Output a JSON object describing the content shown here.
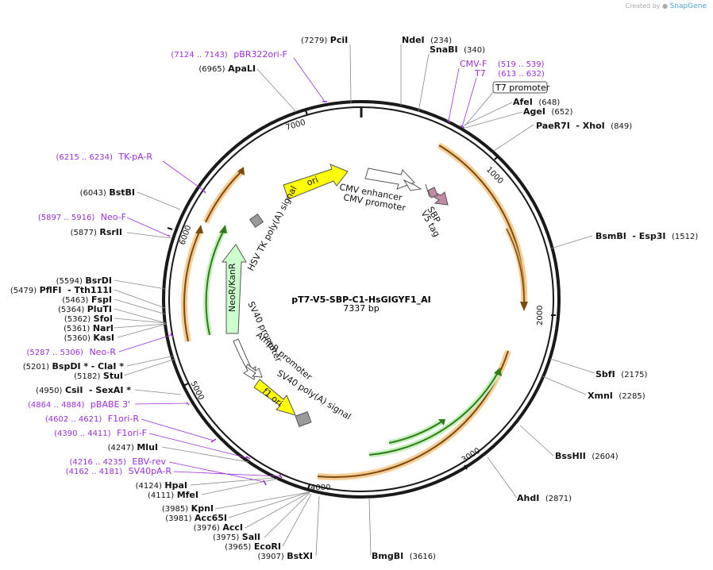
{
  "credit": {
    "prefix": "Created by",
    "brand": "SnapGene"
  },
  "plasmid": {
    "name": "pT7-V5-SBP-C1-HsGIGYF1_AI",
    "size_label": "7337 bp",
    "length": 7337
  },
  "ticks": [
    "1000",
    "2000",
    "3000",
    "4000",
    "5000",
    "6000",
    "7000"
  ],
  "enzymes": [
    {
      "name": "PciI",
      "pos": "(7279)"
    },
    {
      "name": "NdeI",
      "pos": "(234)"
    },
    {
      "name": "SnaBI",
      "pos": "(340)"
    },
    {
      "name": "AfeI",
      "pos": "(648)"
    },
    {
      "name": "AgeI",
      "pos": "(652)"
    },
    {
      "name": "PaeR7I",
      "name2": "XhoI",
      "pos": "(849)"
    },
    {
      "name": "BsmBI",
      "name2": "Esp3I",
      "pos": "(1512)"
    },
    {
      "name": "SbfI",
      "pos": "(2175)"
    },
    {
      "name": "XmnI",
      "pos": "(2285)"
    },
    {
      "name": "BssHII",
      "pos": "(2604)"
    },
    {
      "name": "AhdI",
      "pos": "(2871)"
    },
    {
      "name": "BmgBI",
      "pos": "(3616)"
    },
    {
      "name": "BstXI",
      "pos": "(3907)"
    },
    {
      "name": "EcoRI",
      "pos": "(3965)"
    },
    {
      "name": "SalI",
      "pos": "(3975)"
    },
    {
      "name": "AccI",
      "pos": "(3976)"
    },
    {
      "name": "Acc65I",
      "pos": "(3981)"
    },
    {
      "name": "KpnI",
      "pos": "(3985)"
    },
    {
      "name": "MfeI",
      "pos": "(4111)"
    },
    {
      "name": "HpaI",
      "pos": "(4124)"
    },
    {
      "name": "MluI",
      "pos": "(4247)"
    },
    {
      "name": "CsiI",
      "name2": "SexAI *",
      "pos": "(4950)"
    },
    {
      "name": "StuI",
      "pos": "(5182)"
    },
    {
      "name": "BspDI *",
      "name2": "ClaI *",
      "pos": "(5201)"
    },
    {
      "name": "KasI",
      "pos": "(5360)"
    },
    {
      "name": "NarI",
      "pos": "(5361)"
    },
    {
      "name": "SfoI",
      "pos": "(5362)"
    },
    {
      "name": "PluTI",
      "pos": "(5364)"
    },
    {
      "name": "FspI",
      "pos": "(5463)"
    },
    {
      "name": "PflFI",
      "name2": "Tth111I",
      "pos": "(5479)"
    },
    {
      "name": "BsrDI",
      "pos": "(5594)"
    },
    {
      "name": "RsrII",
      "pos": "(5877)"
    },
    {
      "name": "BstBI",
      "pos": "(6043)"
    },
    {
      "name": "ApaLI",
      "pos": "(6965)"
    }
  ],
  "primers": [
    {
      "name": "pBR322ori-F",
      "range": "(7124 .. 7143)"
    },
    {
      "name": "CMV-F",
      "range": "(519 .. 539)"
    },
    {
      "name": "T7",
      "range": "(613 .. 632)"
    },
    {
      "name": "TK-pA-R",
      "range": "(6215 .. 6234)"
    },
    {
      "name": "Neo-F",
      "range": "(5897 .. 5916)"
    },
    {
      "name": "Neo-R",
      "range": "(5287 .. 5306)"
    },
    {
      "name": "pBABE 3'",
      "range": "(4864 .. 4884)"
    },
    {
      "name": "F1ori-R",
      "range": "(4602 .. 4621)"
    },
    {
      "name": "F1ori-F",
      "range": "(4390 .. 4411)"
    },
    {
      "name": "EBV-rev",
      "range": "(4216 .. 4235)"
    },
    {
      "name": "SV40pA-R",
      "range": "(4162 .. 4181)"
    }
  ],
  "t7_promoter": "T7 promoter",
  "features": {
    "ori": "ori",
    "cmv_enhancer": "CMV enhancer",
    "cmv_promoter": "CMV promoter",
    "sbp": "SBP",
    "v5_tag": "V5 tag",
    "hsv_tk": "HSV TK poly(A) signal",
    "neokanr": "NeoR/KanR",
    "sv40_promoter": "SV40 promoter",
    "ampr_promoter": "AmpR promoter",
    "sv40_polya": "SV40 poly(A) signal",
    "f1_ori": "f1 ori"
  },
  "colors": {
    "primer": "#9a2fd6",
    "ori": "#ffff00",
    "neo": "#ccffcc",
    "orf": "#e8a33c",
    "orf_green": "#2f7d17",
    "sbp": "#c28aa6",
    "backbone": "#1a1a1a"
  }
}
